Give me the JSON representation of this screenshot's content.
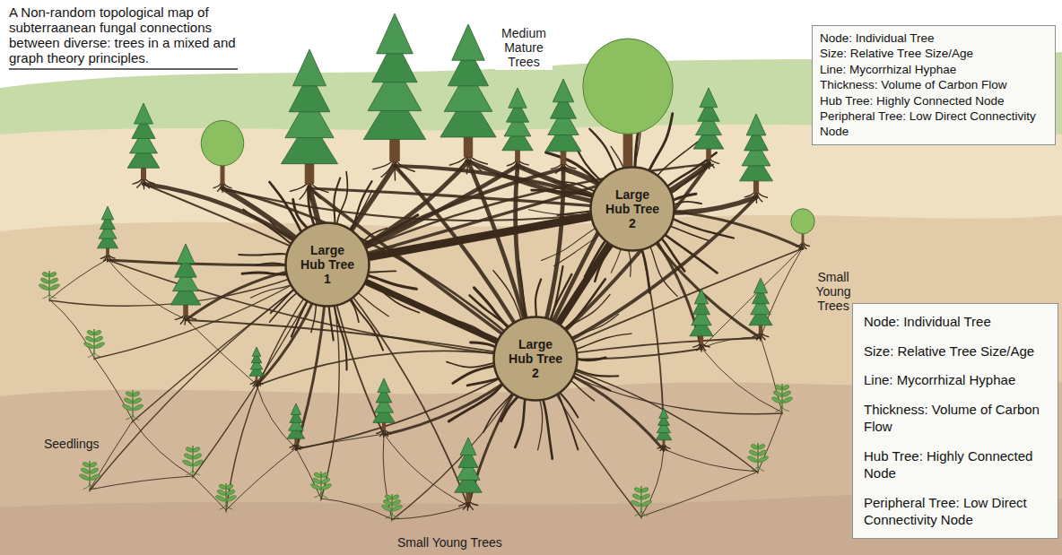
{
  "diagram": {
    "title": "A Non-random topological map of subterraanean fungal connections between diverse: trees in a mixed and graph theory principles.",
    "nodes": [
      {
        "text": [
          "Large Hub Tree 1"
        ]
      },
      {
        "text": [
          "Large Hub Tree 2"
        ]
      },
      {
        "text": [
          "Large Hub Tree 2"
        ]
      }
    ],
    "edges": [
      {
        "from": 0,
        "to": 1,
        "arrow": "none"
      },
      {
        "from": 0,
        "to": 2,
        "arrow": "none"
      },
      {
        "from": 1,
        "to": 2,
        "arrow": "none"
      }
    ],
    "labels": [
      "Medium Mature Trees",
      "Small Young Trees",
      "Seedlings",
      "Small Young Trees"
    ],
    "legend": [
      {
        "text": "Node: Individual Tree"
      },
      {
        "text": "Size: Relative Tree Size/Age"
      },
      {
        "text": "Line: Mycorrhizal Hyphae"
      },
      {
        "text": "Thickness: Volume of Carbon Flow"
      },
      {
        "text": "Hub Tree: Highly Connected Node"
      },
      {
        "text": "Peripheral Tree: Low Direct Connectivity Node"
      },
      {
        "text": "Node: Individual Tree"
      },
      {
        "text": "Size: Relative Tree Size/Age"
      },
      {
        "text": "Line: Mycorrhizal Hyphae"
      },
      {
        "text": "Thickness: Volume of Carbon Flow"
      },
      {
        "text": "Hub Tree: Highly Connected Node"
      },
      {
        "text": "Peripheral Tree: Low Direct Connectivity Node"
      }
    ]
  }
}
